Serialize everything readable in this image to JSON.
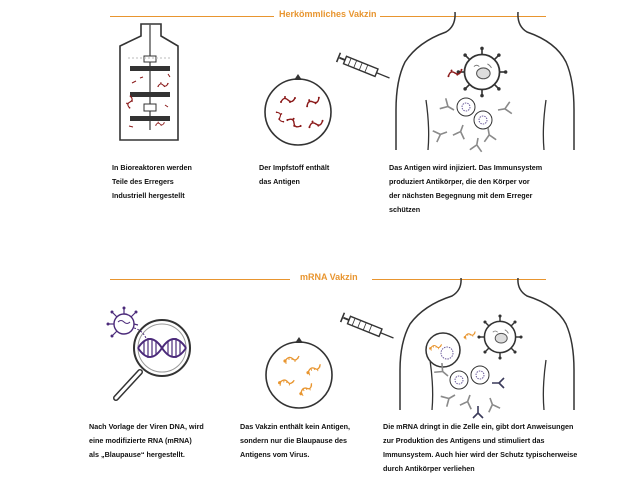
{
  "sections": [
    {
      "title": "Herkömmliches Vakzin",
      "captions": [
        [
          "In Bioreaktoren werden",
          "Teile des Erregers",
          "Industriell hergestellt"
        ],
        [
          "Der Impfstoff enthält",
          "das Antigen"
        ],
        [
          "Das Antigen wird injiziert. Das Immunsystem",
          "produziert Antikörper, die den Körper vor",
          "der nächsten Begegnung mit dem Erreger",
          "schützen"
        ]
      ]
    },
    {
      "title": "mRNA Vakzin",
      "captions": [
        [
          "Nach Vorlage der Viren DNA, wird",
          "eine modifizierte RNA (mRNA)",
          "als „Blaupause“ hergestellt."
        ],
        [
          "Das Vakzin enthält kein Antigen,",
          "sondern nur die Blaupause des",
          "Antigens vom Virus."
        ],
        [
          "Die mRNA dringt in die Zelle ein, gibt dort Anweisungen",
          "zur Produktion des Antigens und stimuliert das",
          "Immunsystem. Auch hier wird der Schutz typischerweise",
          "durch Antikörper verliehen"
        ]
      ]
    }
  ],
  "colors": {
    "accent": "#e8952f",
    "antigen": "#8b1a1a",
    "mrna": "#e8952f",
    "dna": "#4b2a7a",
    "line": "#222222",
    "antibody": "#8a8a8a",
    "cell_inner": "#6a5a9a"
  },
  "icons": [
    "bioreactor-icon",
    "vaccine-vial-icon",
    "syringe-icon",
    "body-outline-icon",
    "magnifier-dna-icon",
    "virus-icon",
    "antibody-icon",
    "cell-icon"
  ]
}
